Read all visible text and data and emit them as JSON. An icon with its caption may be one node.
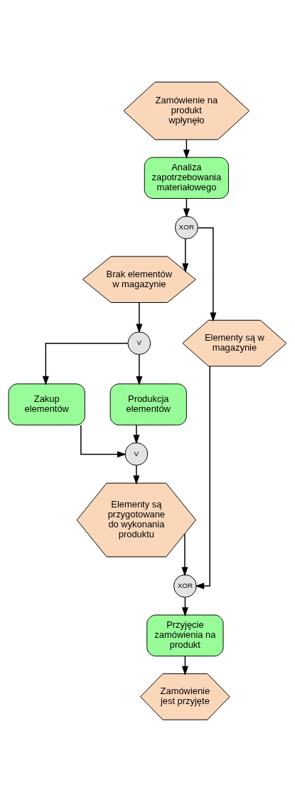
{
  "diagram": {
    "nodes": [
      {
        "text": [
          "Zamówienie na produkt wpłynęło"
        ]
      },
      {
        "text": [
          "Analiza zapotrzebowania materiałowego"
        ]
      },
      {
        "text": [
          "XOR"
        ]
      },
      {
        "text": [
          "Brak elementów w magazynie"
        ]
      },
      {
        "text": [
          "Elementy są w magazynie"
        ]
      },
      {
        "text": [
          "V"
        ]
      },
      {
        "text": [
          "Zakup elementów"
        ]
      },
      {
        "text": [
          "Produkcja elementów"
        ]
      },
      {
        "text": [
          "V"
        ]
      },
      {
        "text": [
          "Elementy są przygotowane do wykonania produktu"
        ]
      },
      {
        "text": [
          "XOR"
        ]
      },
      {
        "text": [
          "Przyjęcie zamówienia na produkt"
        ]
      },
      {
        "text": [
          "Zamówienie jest przyjęte"
        ]
      }
    ],
    "edges": [
      {
        "from": 0,
        "to": 1,
        "arrow": "to"
      },
      {
        "from": 1,
        "to": 2,
        "arrow": "to"
      },
      {
        "from": 2,
        "to": 3,
        "arrow": "to"
      },
      {
        "from": 2,
        "to": 4,
        "arrow": "to"
      },
      {
        "from": 3,
        "to": 5,
        "arrow": "to"
      },
      {
        "from": 5,
        "to": 6,
        "arrow": "to"
      },
      {
        "from": 5,
        "to": 7,
        "arrow": "to"
      },
      {
        "from": 6,
        "to": 8,
        "arrow": "to"
      },
      {
        "from": 7,
        "to": 8,
        "arrow": "to"
      },
      {
        "from": 8,
        "to": 9,
        "arrow": "to"
      },
      {
        "from": 9,
        "to": 10,
        "arrow": "to"
      },
      {
        "from": 4,
        "to": 10,
        "arrow": "to"
      },
      {
        "from": 10,
        "to": 11,
        "arrow": "to"
      },
      {
        "from": 11,
        "to": 12,
        "arrow": "to"
      }
    ]
  }
}
